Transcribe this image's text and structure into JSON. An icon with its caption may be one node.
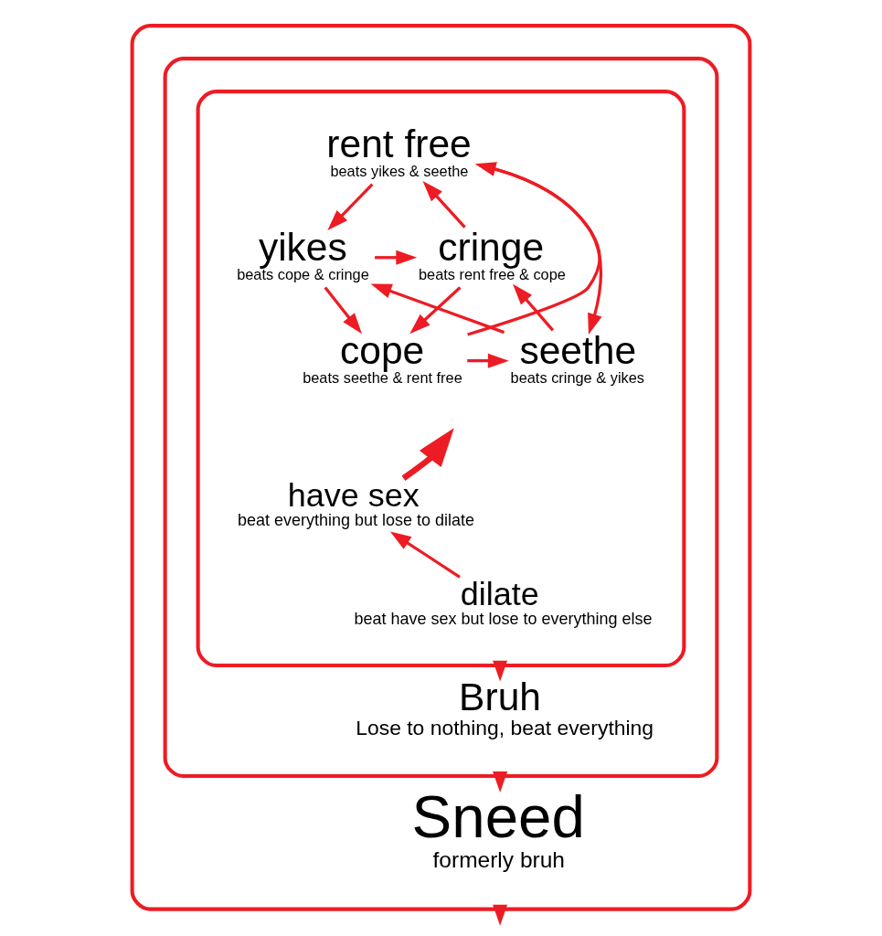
{
  "diagram": {
    "nodes": [
      {
        "text": [],
        "shape": "ellipse"
      },
      {
        "text": [],
        "shape": "ellipse",
        "in": 0
      },
      {
        "text": [],
        "shape": "ellipse",
        "in": 1
      },
      {
        "text": [
          "rent free",
          "beats yikes & seethe"
        ],
        "in": 2
      },
      {
        "text": [
          "cringe",
          "beats rent free & cope"
        ],
        "in": 2
      },
      {
        "text": [
          "yikes",
          "beats cope & cringe"
        ],
        "in": 2
      },
      {
        "text": [
          "seethe",
          "beats cringe & yikes"
        ],
        "in": 2
      },
      {
        "text": [
          "cope",
          "beats seethe & rent free"
        ],
        "in": 2
      },
      {
        "text": [
          "have sex",
          "beat everything but lose to dilate"
        ],
        "in": 2
      },
      {
        "text": [
          "dilate",
          "beat have sex but lose to everything else"
        ],
        "in": 2
      },
      {
        "text": [
          "Bruh",
          "Lose to nothing, beat everything"
        ],
        "in": 1
      },
      {
        "text": [
          "Sneed",
          "formerly bruh"
        ],
        "in": 0
      }
    ],
    "edges": [
      {
        "from": 4,
        "to": 3,
        "arrow": "to"
      },
      {
        "from": 3,
        "to": 5,
        "arrow": "to"
      },
      {
        "from": 5,
        "to": 4,
        "arrow": "to"
      },
      {
        "from": 3,
        "to": 6,
        "arrow": "to"
      },
      {
        "from": 4,
        "to": 7,
        "arrow": "to"
      },
      {
        "from": 6,
        "to": 5,
        "arrow": "to"
      },
      {
        "from": 7,
        "to": 3,
        "arrow": "to"
      },
      {
        "from": 5,
        "to": 7,
        "arrow": "to"
      },
      {
        "from": 6,
        "to": 4,
        "arrow": "to"
      },
      {
        "from": 7,
        "to": 6,
        "arrow": "to"
      },
      {
        "from": 8,
        "to": null,
        "arrow": "to",
        "style": "thick"
      },
      {
        "from": 9,
        "to": 8,
        "arrow": "to"
      },
      {
        "from": 2,
        "to": 10,
        "arrow": "to"
      },
      {
        "from": 1,
        "to": 11,
        "arrow": "to"
      },
      {
        "from": 0,
        "to": null,
        "arrow": "to"
      }
    ]
  }
}
